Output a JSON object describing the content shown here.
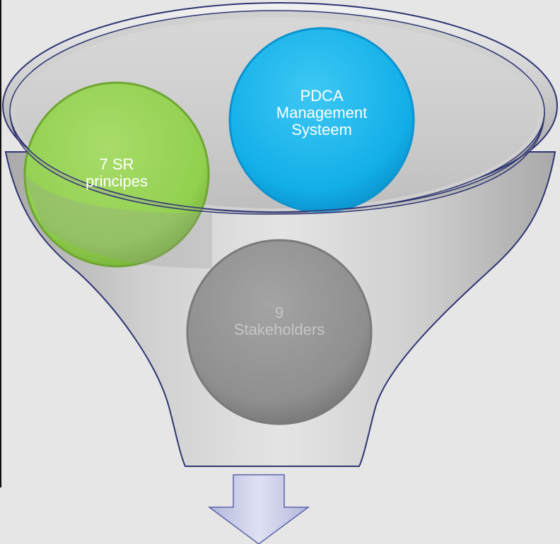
{
  "circles": [
    {
      "id": "pdca",
      "lines": [
        "PDCA",
        "Management",
        "Systeem"
      ],
      "color": "#10b2ea"
    },
    {
      "id": "sr",
      "lines": [
        "7 SR",
        "principes"
      ],
      "color": "#92d050"
    },
    {
      "id": "stakeholders",
      "lines": [
        "9",
        "Stakeholders"
      ],
      "color": "#8c8c8c"
    }
  ],
  "colors": {
    "background": "#e6e6e6",
    "funnel_fill": "#c9c9c9",
    "funnel_outline": "#2f3573",
    "arrow_fill": "#c5c8e6"
  }
}
